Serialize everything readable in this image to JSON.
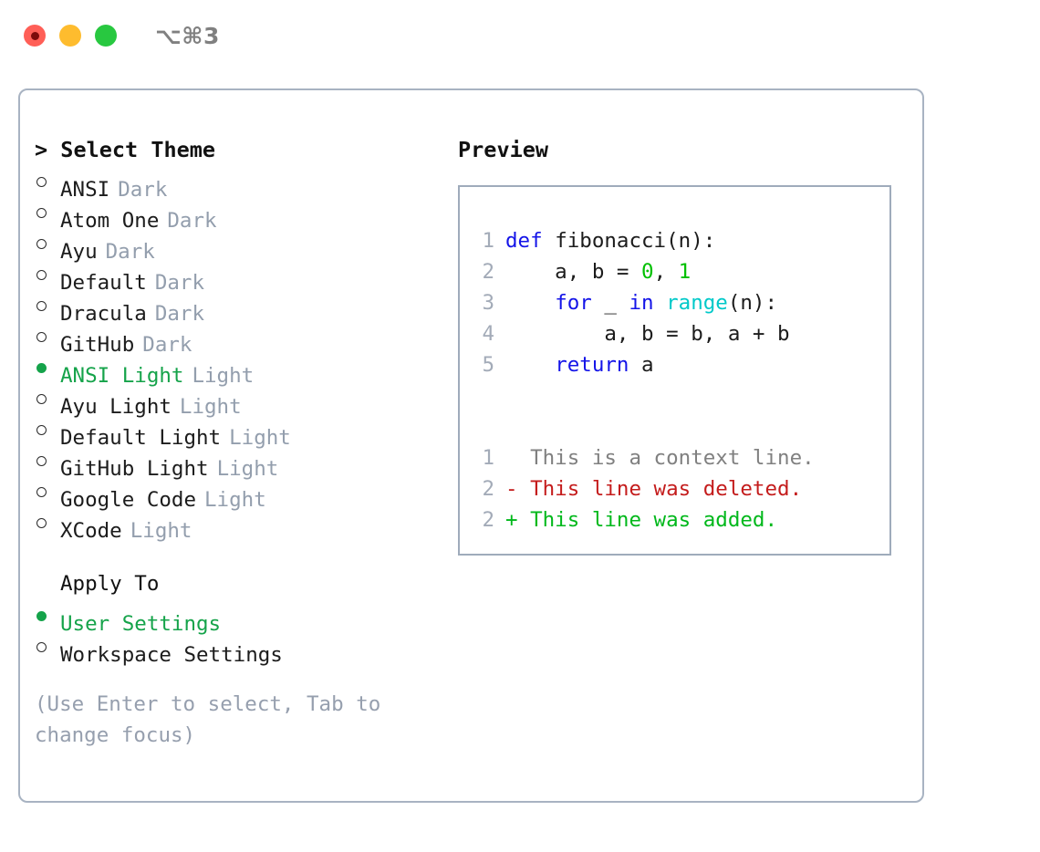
{
  "titlebar": {
    "shortcut_label": "⌥⌘3",
    "buttons": [
      {
        "name": "close",
        "color": "#ff5f57"
      },
      {
        "name": "minimize",
        "color": "#febc2e"
      },
      {
        "name": "maximize",
        "color": "#28c840"
      }
    ]
  },
  "theme_panel": {
    "heading": "> Select Theme",
    "themes": [
      {
        "label": "ANSI",
        "tag": "Dark",
        "selected": false
      },
      {
        "label": "Atom One",
        "tag": "Dark",
        "selected": false
      },
      {
        "label": "Ayu",
        "tag": "Dark",
        "selected": false
      },
      {
        "label": "Default",
        "tag": "Dark",
        "selected": false
      },
      {
        "label": "Dracula",
        "tag": "Dark",
        "selected": false
      },
      {
        "label": "GitHub",
        "tag": "Dark",
        "selected": false
      },
      {
        "label": "ANSI Light",
        "tag": "Light",
        "selected": true
      },
      {
        "label": "Ayu Light",
        "tag": "Light",
        "selected": false
      },
      {
        "label": "Default Light",
        "tag": "Light",
        "selected": false
      },
      {
        "label": "GitHub Light",
        "tag": "Light",
        "selected": false
      },
      {
        "label": "Google Code",
        "tag": "Light",
        "selected": false
      },
      {
        "label": "XCode",
        "tag": "Light",
        "selected": false
      }
    ],
    "apply_to": {
      "heading": "Apply To",
      "options": [
        {
          "label": "User Settings",
          "selected": true
        },
        {
          "label": "Workspace Settings",
          "selected": false
        }
      ]
    },
    "hint": "(Use Enter to select, Tab to change focus)"
  },
  "preview_panel": {
    "heading": "Preview",
    "code_lines": [
      {
        "number": "1",
        "segments": [
          {
            "text": "def ",
            "type": "kw"
          },
          {
            "text": "fibonacci(n):",
            "type": "plain"
          }
        ]
      },
      {
        "number": "2",
        "segments": [
          {
            "text": "    a, b = ",
            "type": "plain"
          },
          {
            "text": "0",
            "type": "num"
          },
          {
            "text": ", ",
            "type": "plain"
          },
          {
            "text": "1",
            "type": "num"
          }
        ]
      },
      {
        "number": "3",
        "segments": [
          {
            "text": "    ",
            "type": "plain"
          },
          {
            "text": "for",
            "type": "kw"
          },
          {
            "text": " _ ",
            "type": "plain"
          },
          {
            "text": "in",
            "type": "kw"
          },
          {
            "text": " ",
            "type": "plain"
          },
          {
            "text": "range",
            "type": "fn"
          },
          {
            "text": "(n):",
            "type": "plain"
          }
        ]
      },
      {
        "number": "4",
        "segments": [
          {
            "text": "        a, b = b, a + b",
            "type": "plain"
          }
        ]
      },
      {
        "number": "5",
        "segments": [
          {
            "text": "    ",
            "type": "plain"
          },
          {
            "text": "return",
            "type": "kw"
          },
          {
            "text": " a",
            "type": "plain"
          }
        ]
      }
    ],
    "diff_lines": [
      {
        "number": "1",
        "marker": "  ",
        "text": "This is a context line.",
        "type": "ctx"
      },
      {
        "number": "2",
        "marker": "- ",
        "text": "This line was deleted.",
        "type": "del"
      },
      {
        "number": "2",
        "marker": "+ ",
        "text": "This line was added.",
        "type": "add"
      }
    ]
  },
  "colors": {
    "accent_green": "#15a34a",
    "muted_grey": "#939ead",
    "border": "#a8b3c2",
    "keyword_blue": "#1414e8",
    "function_cyan": "#00c9c9",
    "number_green": "#00c000",
    "diff_deleted": "#c41c1c",
    "diff_added": "#00b81b"
  }
}
